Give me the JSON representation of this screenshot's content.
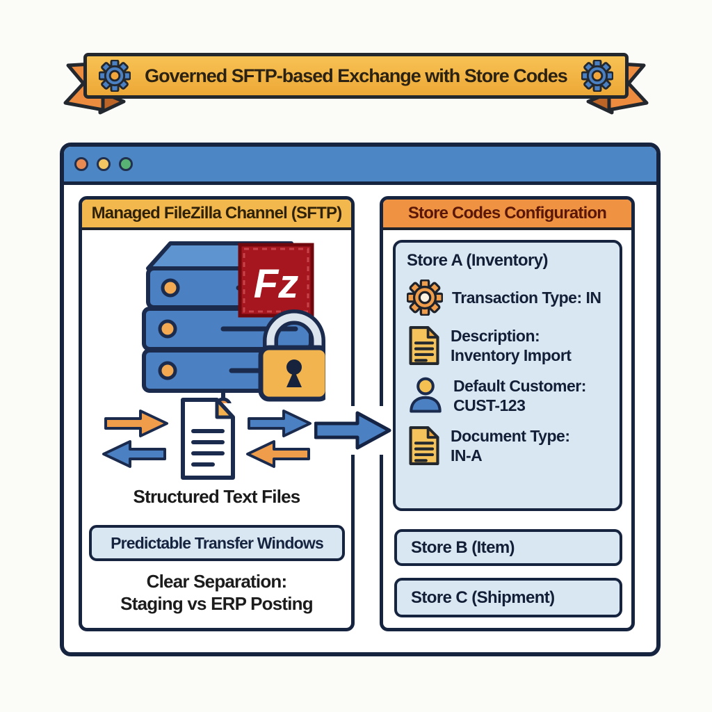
{
  "banner": {
    "title": "Governed SFTP-based Exchange with Store Codes"
  },
  "window": {
    "titlebar": {
      "buttons": [
        "close-circle-icon",
        "minimize-circle-icon",
        "maximize-circle-icon"
      ]
    },
    "left_panel": {
      "header": "Managed FileZilla Channel (SFTP)",
      "fz_logo": "Fz",
      "icons": [
        "server-stack-icon",
        "filezilla-stamp-icon",
        "padlock-icon",
        "network-node-icon",
        "transfer-arrows-icon",
        "text-file-icon"
      ],
      "caption": "Structured Text Files",
      "transfer_box": "Predictable Transfer Windows",
      "separation": [
        "Clear Separation:",
        "Staging vs ERP Posting"
      ]
    },
    "flow_arrow_icon": "right-arrow-icon",
    "right_panel": {
      "header": "Store Codes Configuration",
      "store_a": {
        "title": "Store A (Inventory)",
        "rows": [
          {
            "icon": "gear-icon",
            "lines": [
              "Transaction Type: IN"
            ]
          },
          {
            "icon": "document-icon",
            "lines": [
              "Description:",
              "Inventory Import"
            ]
          },
          {
            "icon": "person-icon",
            "lines": [
              "Default Customer:",
              "CUST-123"
            ]
          },
          {
            "icon": "document-icon",
            "lines": [
              "Document Type:",
              "IN-A"
            ]
          }
        ]
      },
      "store_b": "Store B (Item)",
      "store_c": "Store C (Shipment)"
    }
  },
  "colors": {
    "page_bg": "#fbfbf8",
    "banner_fill": "#f4b945",
    "ribbon_tail": "#ed8c3f",
    "ribbon_fold": "#bc6526",
    "outline_dark": "#23272e",
    "navy_border": "#16243f",
    "titlebar_blue": "#4d86c4",
    "left_header_fill": "#f2b84d",
    "right_header_fill": "#ef9342",
    "card_fill": "#d9e7f3",
    "accent_blue": "#4b80c2",
    "accent_orange": "#f09d4b",
    "filezilla_red": "#a5161e",
    "lock_gold": "#f2b44e",
    "traffic_close": "#e78b53",
    "traffic_minimize": "#f2c563",
    "traffic_maximize": "#58b273"
  }
}
